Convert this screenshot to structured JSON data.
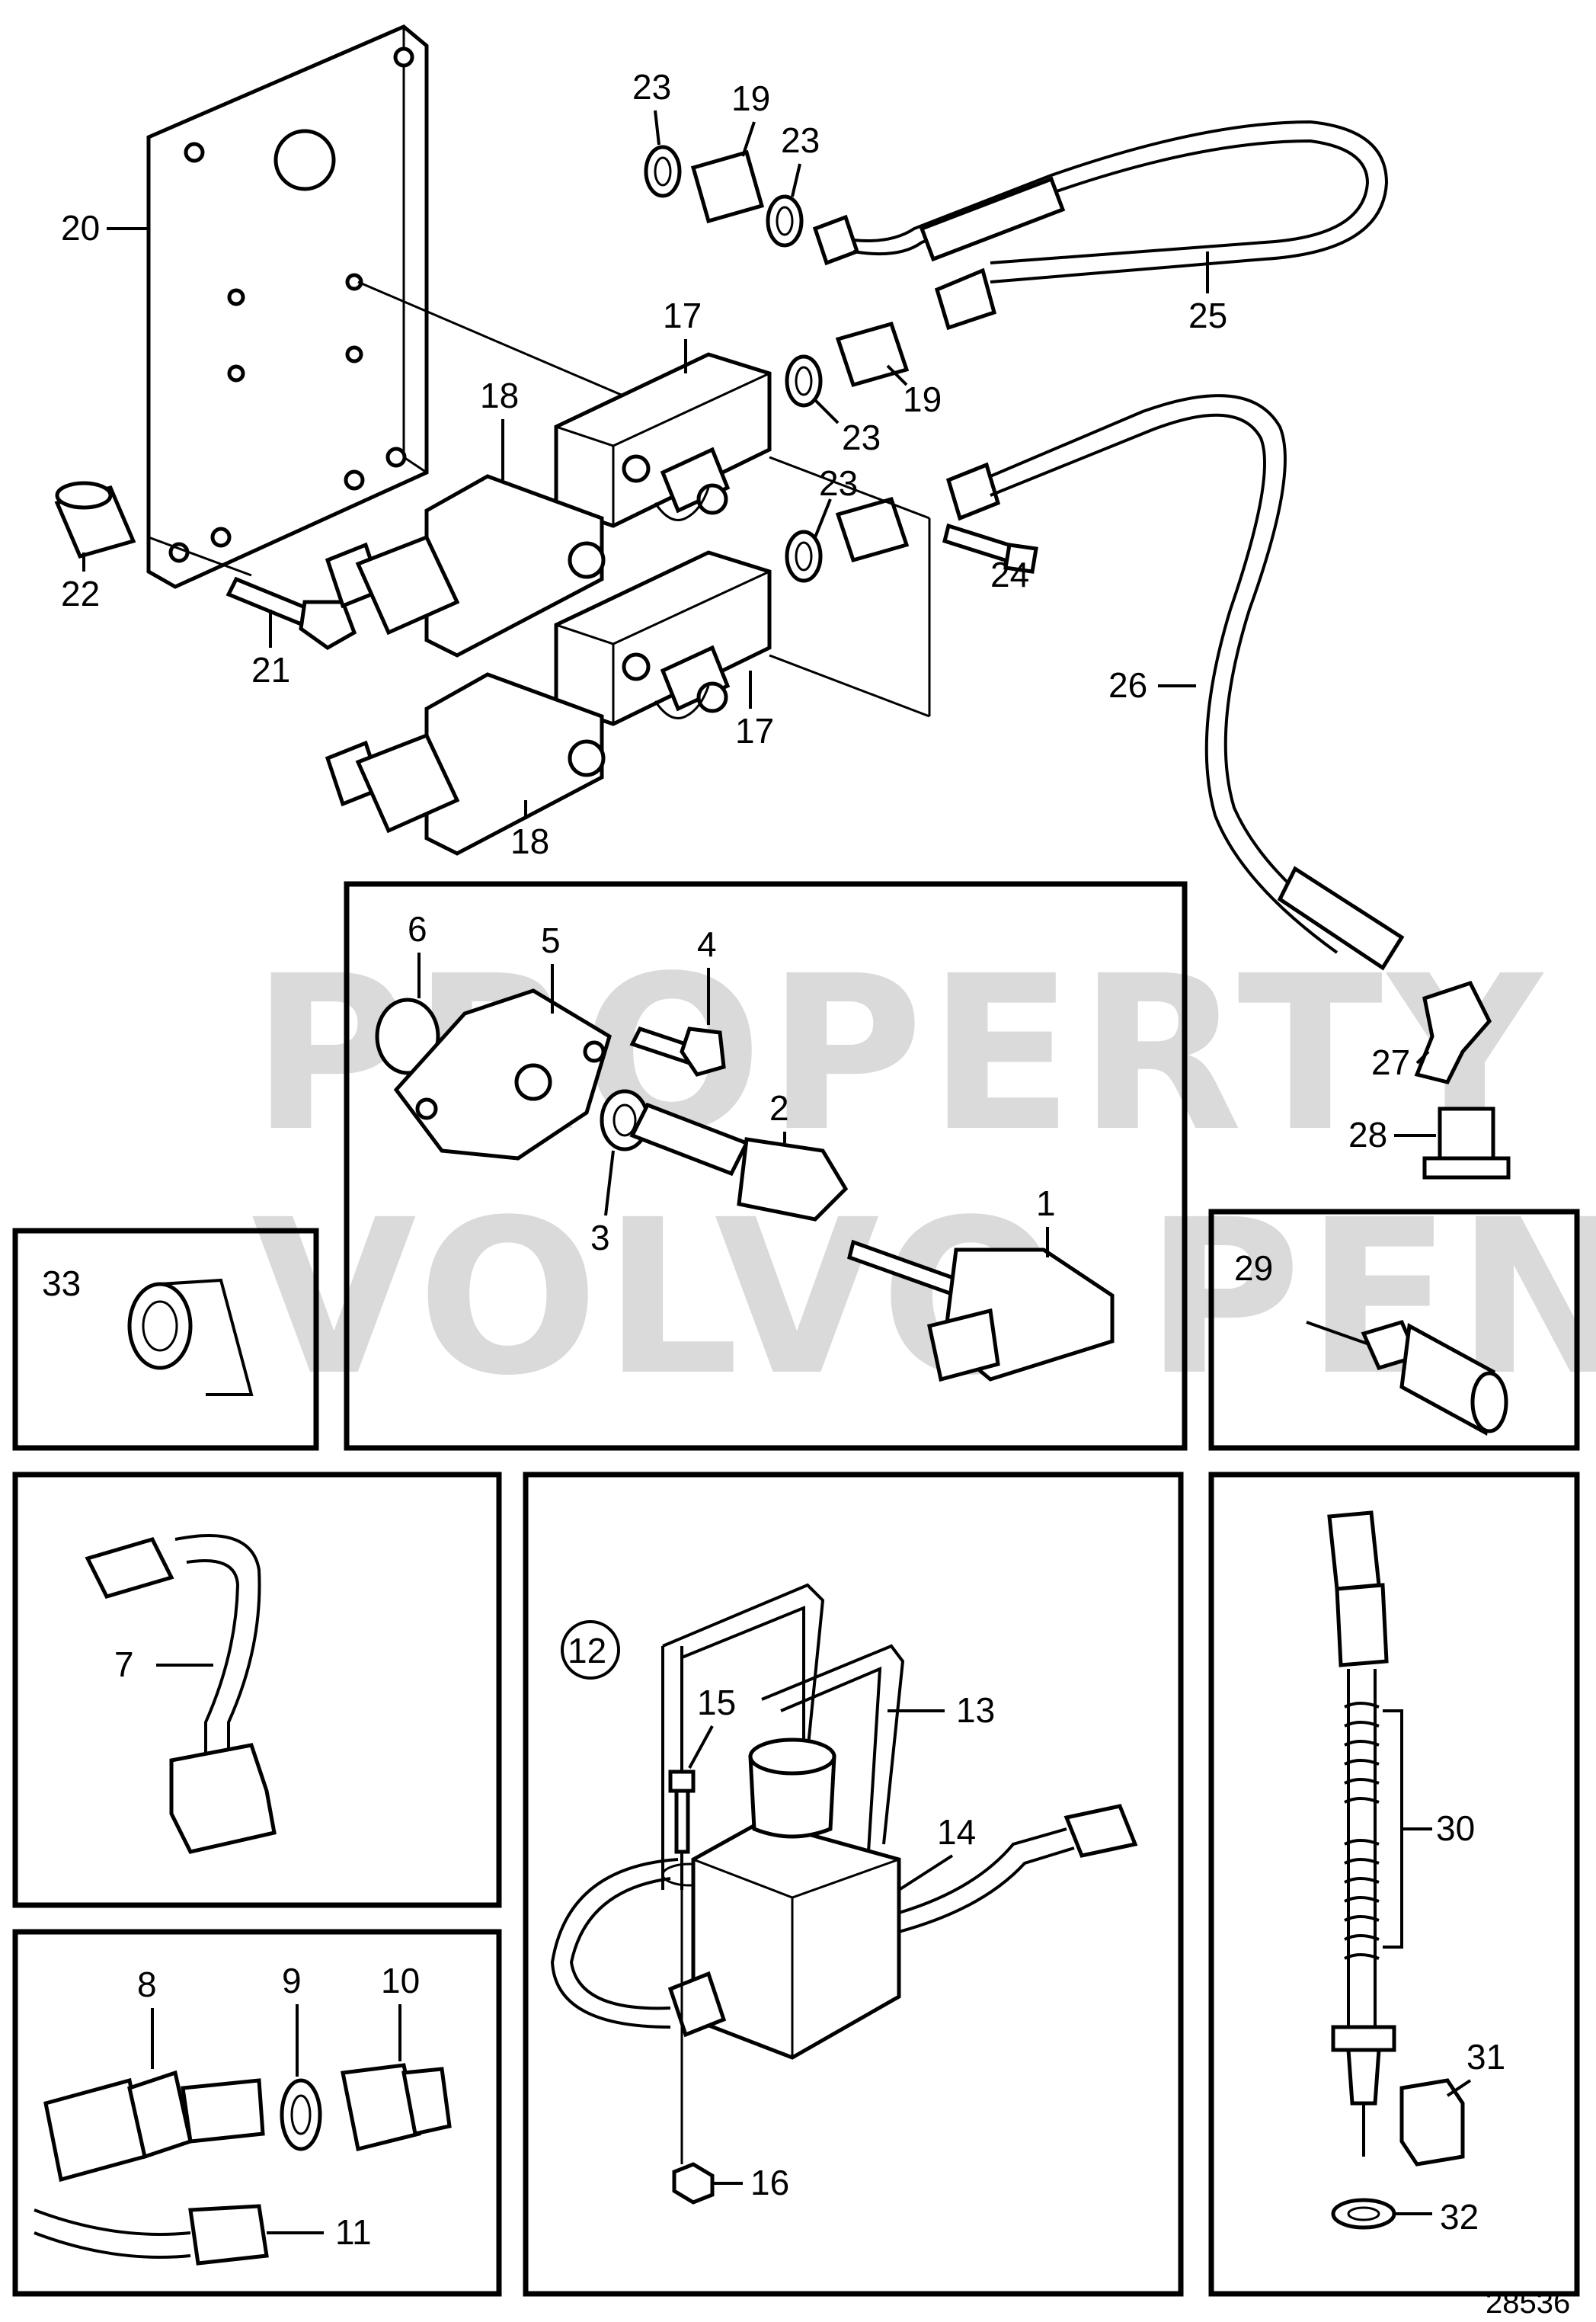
{
  "watermark": {
    "line1": "PROPERTY OF",
    "line2": "VOLVO PENTA"
  },
  "drawing_number": "28536",
  "callouts": {
    "c1": "1",
    "c2": "2",
    "c3": "3",
    "c4": "4",
    "c5": "5",
    "c6": "6",
    "c7": "7",
    "c8": "8",
    "c9": "9",
    "c10": "10",
    "c11": "11",
    "c12": "12",
    "c13": "13",
    "c14": "14",
    "c15": "15",
    "c16": "16",
    "c17a": "17",
    "c17b": "17",
    "c18a": "18",
    "c18b": "18",
    "c19a": "19",
    "c19b": "19",
    "c20": "20",
    "c21": "21",
    "c22": "22",
    "c23a": "23",
    "c23b": "23",
    "c23c": "23",
    "c23d": "23",
    "c24": "24",
    "c25": "25",
    "c26": "26",
    "c27": "27",
    "c28": "28",
    "c29": "29",
    "c30": "30",
    "c31": "31",
    "c32": "32",
    "c33": "33"
  }
}
